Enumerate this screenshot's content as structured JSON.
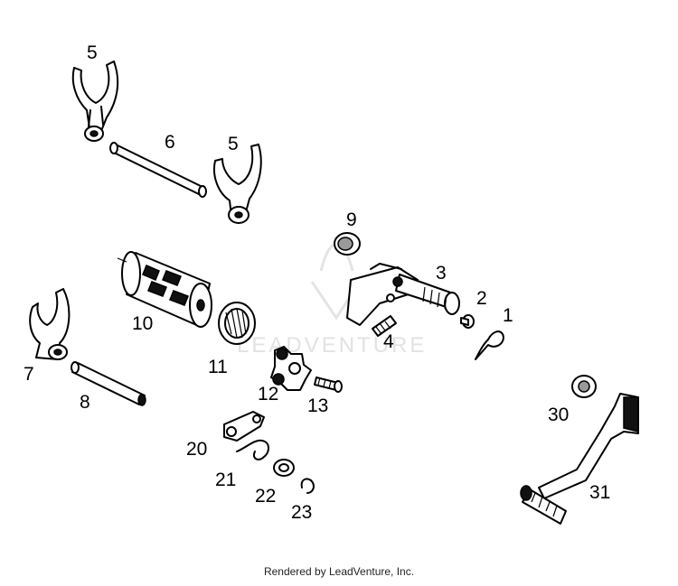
{
  "callouts": {
    "c5a": "5",
    "c6": "6",
    "c5b": "5",
    "c9": "9",
    "c3": "3",
    "c2": "2",
    "c1": "1",
    "c4": "4",
    "c10": "10",
    "c11": "11",
    "c7": "7",
    "c8": "8",
    "c12": "12",
    "c13": "13",
    "c20": "20",
    "c21": "21",
    "c22": "22",
    "c23": "23",
    "c30": "30",
    "c31": "31"
  },
  "watermark": {
    "text": "LEADVENTURE"
  },
  "footer": {
    "text": "Rendered by LeadVenture, Inc."
  }
}
